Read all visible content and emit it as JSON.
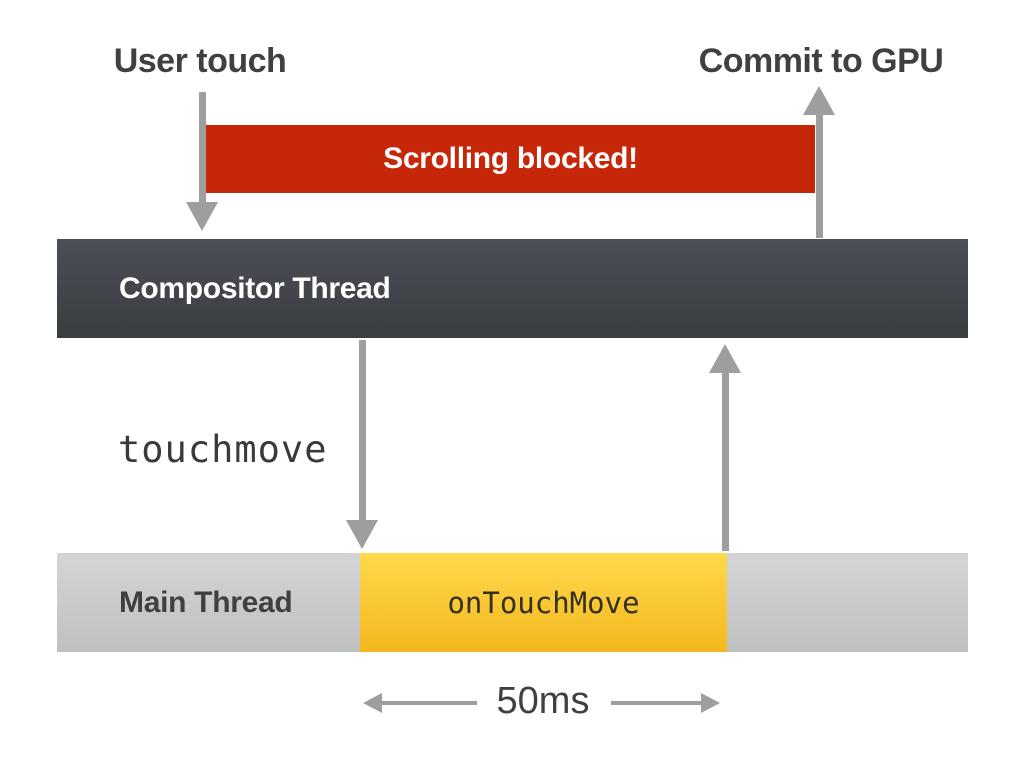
{
  "diagram": {
    "labels": {
      "user_touch": "User touch",
      "commit_to_gpu": "Commit to GPU",
      "scrolling_blocked": "Scrolling blocked!",
      "compositor_thread": "Compositor Thread",
      "touchmove": "touchmove",
      "main_thread": "Main Thread",
      "on_touch_move": "onTouchMove",
      "duration": "50ms"
    },
    "colors": {
      "blocked_bar": "#c52708",
      "blocked_text": "#ffffff",
      "compositor_top": "#4b4f56",
      "compositor_bottom": "#3a3d42",
      "main_top": "#d3d5d6",
      "main_bottom": "#bec0c1",
      "busy_top": "#ffd94e",
      "busy_bottom": "#f4b71d",
      "arrow": "#9e9e9e",
      "heading_text": "#3e4043",
      "mono_text": "#3a3a3a"
    }
  }
}
